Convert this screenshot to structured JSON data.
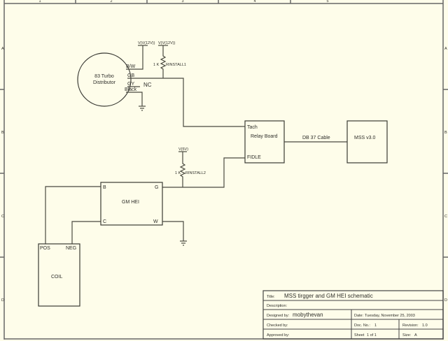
{
  "sheet": {
    "column_labels": [
      "1",
      "2",
      "3",
      "4",
      "5"
    ],
    "row_labels": [
      "A",
      "B",
      "C",
      "D"
    ]
  },
  "distributor": {
    "label_line1": "83 Turbo",
    "label_line2": "Distributor",
    "pins": [
      "B/W",
      "GB",
      "GY",
      "Black"
    ],
    "nc_label": "NC"
  },
  "power": {
    "vcc1": "V(V(12V))",
    "vcc2": "V(V(12V))",
    "v5": "V(5V)"
  },
  "resistors": {
    "r1_value": "1 K",
    "r1_name": "RINSTALL1",
    "r2_value": "1 K",
    "r2_name": "RINSTALL2"
  },
  "relay_board": {
    "label": "Relay Board",
    "pin_tach": "Tach",
    "pin_fidle": "FIDLE"
  },
  "cable": {
    "label": "DB 37 Cable"
  },
  "mss": {
    "label": "MSS v3.0"
  },
  "hei": {
    "label": "GM HEI",
    "pin_b": "B",
    "pin_g": "G",
    "pin_c": "C",
    "pin_w": "W"
  },
  "coil": {
    "label": "COIL",
    "pin_pos": "POS",
    "pin_neg": "NEG"
  },
  "title_block": {
    "title_label": "Title:",
    "title_value": "MSS tirgger and GM HEI schematic",
    "description_label": "Description:",
    "designed_label": "Designed by:",
    "designed_value": "mobythevan",
    "date_label": "Date:",
    "date_value": "Tuesday, November 25, 2003",
    "checked_label": "Checked by:",
    "doc_label": "Doc. No.:",
    "doc_value": "1",
    "revision_label": "Revision:",
    "revision_value": "1.0",
    "approved_label": "Approved by:",
    "sheet_label": "Sheet",
    "sheet_value": "1 of 1",
    "size_label": "Size:",
    "size_value": "A"
  }
}
